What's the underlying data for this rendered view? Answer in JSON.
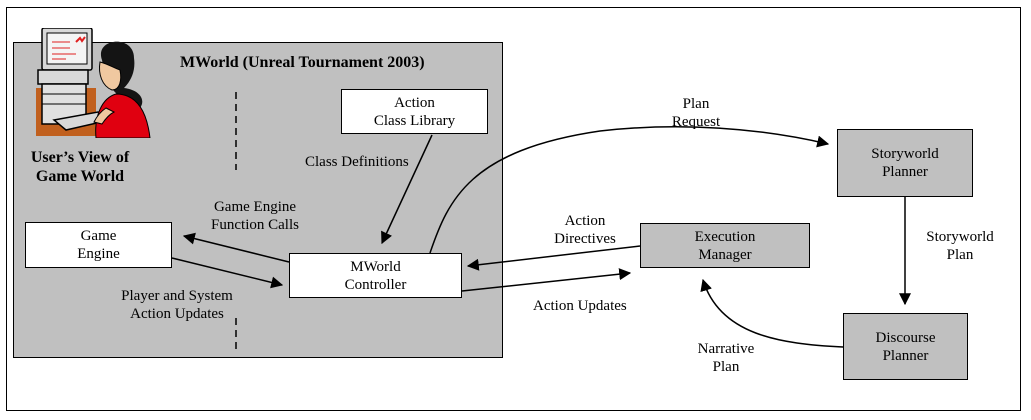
{
  "title": "MWorld (Unreal Tournament 2003)",
  "user_view": [
    "User’s View of",
    "Game World"
  ],
  "boxes": {
    "action_class_library": [
      "Action",
      "Class Library"
    ],
    "game_engine": [
      "Game",
      "Engine"
    ],
    "mworld_controller": [
      "MWorld",
      "Controller"
    ],
    "execution_manager": [
      "Execution",
      "Manager"
    ],
    "storyworld_planner": [
      "Storyworld",
      "Planner"
    ],
    "discourse_planner": [
      "Discourse",
      "Planner"
    ]
  },
  "edge_labels": {
    "class_definitions": "Class Definitions",
    "game_engine_calls": [
      "Game Engine",
      "Function Calls"
    ],
    "player_system_updates": [
      "Player and System",
      "Action Updates"
    ],
    "action_directives": [
      "Action",
      "Directives"
    ],
    "action_updates": "Action Updates",
    "plan_request": [
      "Plan",
      "Request"
    ],
    "storyworld_plan": [
      "Storyworld",
      "Plan"
    ],
    "narrative_plan": [
      "Narrative",
      "Plan"
    ]
  },
  "colors": {
    "gray_fill": "#c0c0c0",
    "box_fill": "#ffffff",
    "line": "#000000"
  },
  "icons": {
    "user_figure": "user-at-computer-icon"
  }
}
